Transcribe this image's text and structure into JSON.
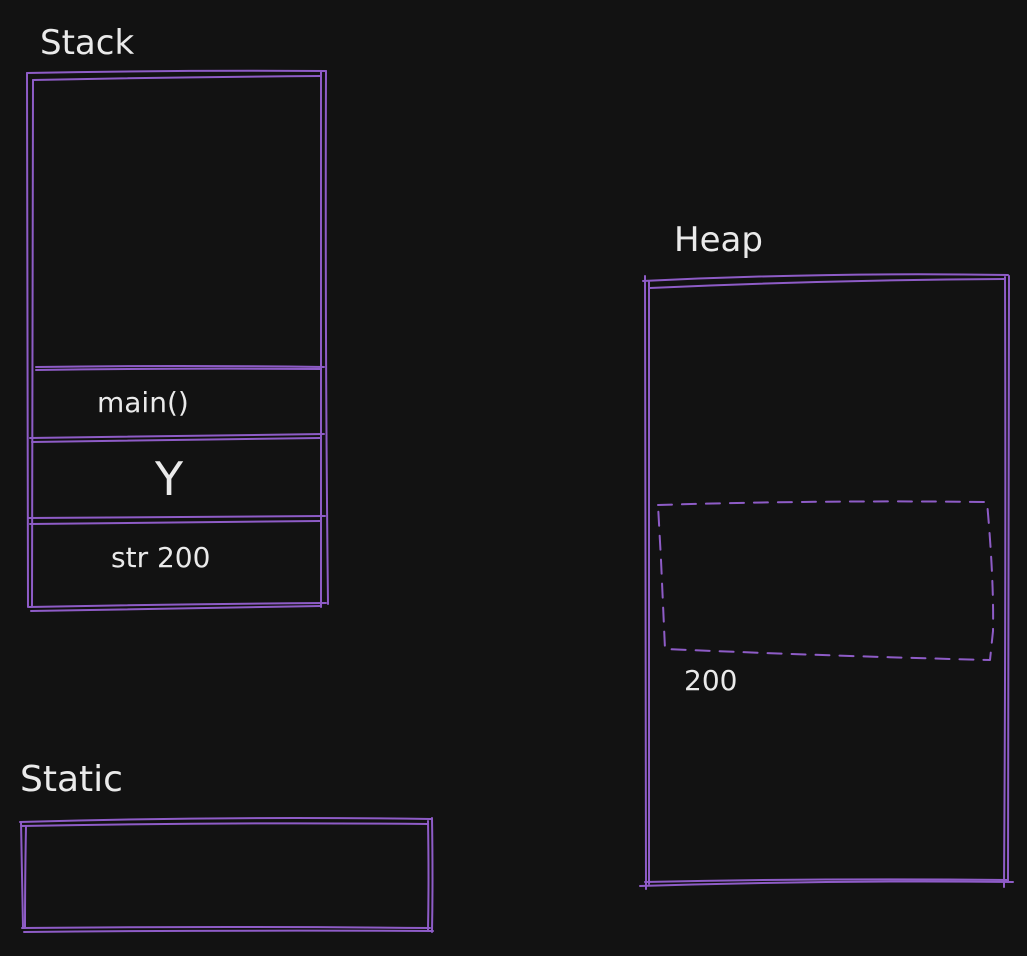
{
  "diagram": {
    "stack": {
      "title": "Stack",
      "frames": [
        {
          "label": "main()"
        },
        {
          "label": "Y"
        },
        {
          "label": "str 200"
        }
      ]
    },
    "heap": {
      "title": "Heap",
      "block_label": "200"
    },
    "static": {
      "title": "Static"
    }
  },
  "colors": {
    "background": "#121212",
    "stroke": "#8e5cc7",
    "text": "#eaeaea"
  }
}
